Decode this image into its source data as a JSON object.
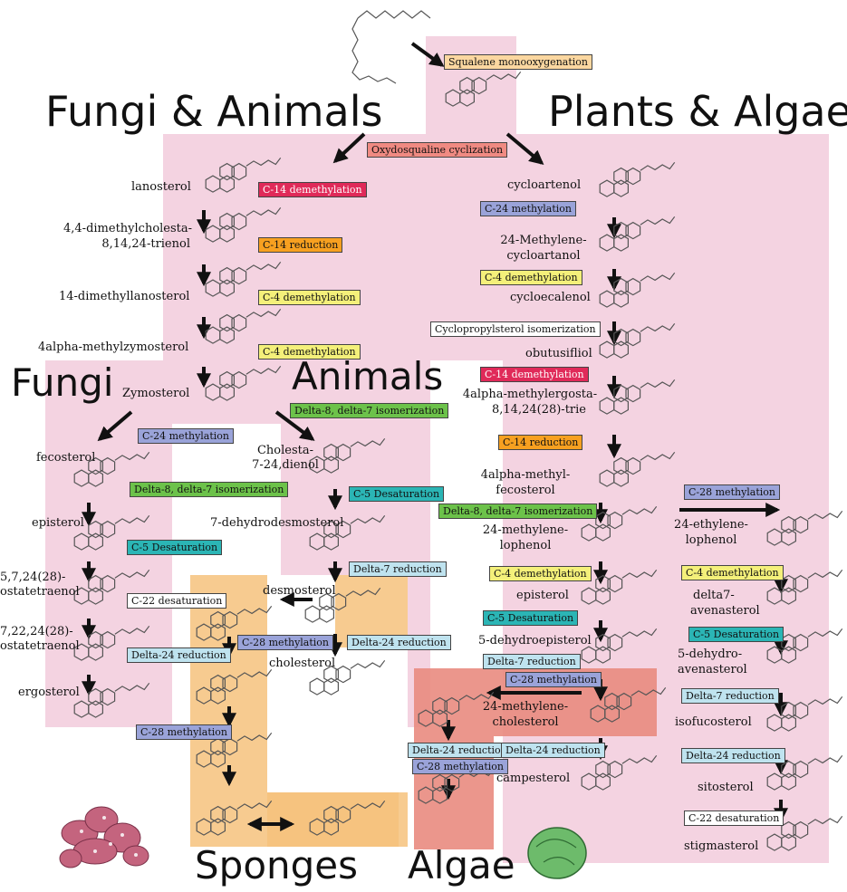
{
  "headings": {
    "fungi_animals": "Fungi & Animals",
    "plants_algae": "Plants & Algae",
    "fungi": "Fungi",
    "animals": "Animals",
    "sponges": "Sponges",
    "algae": "Algae"
  },
  "enzymes": {
    "squalene_monooxygenation": "Squalene monooxygenation",
    "oxidosqualene_cyclization": "Oxydosqualine cyclization",
    "c14_demethylation_a": "C-14 demethylation",
    "c14_reduction_a": "C-14 reduction",
    "c4_demethylation_a1": "C-4 demethylation",
    "c4_demethylation_a2": "C-4 demethylation",
    "delta8_7_animals": "Delta-8, delta-7 isomerization",
    "c24_methylation_fungi": "C-24 methylation",
    "delta8_7_fungi": "Delta-8, delta-7 isomerization",
    "c5_desat_fungi": "C-5 Desaturation",
    "c22_desat_fungi": "C-22 desaturation",
    "delta24_red_fungi": "Delta-24 reduction",
    "c5_desat_animals": "C-5 Desaturation",
    "delta7_red_animals": "Delta-7 reduction",
    "c28_meth_sponges1": "C-28 methylation",
    "delta24_red_animals": "Delta-24 reduction",
    "c28_meth_sponges2": "C-28 methylation",
    "c24_methylation_plants": "C-24 methylation",
    "c4_demethylation_p1": "C-4 demethylation",
    "cyclopropylsterol_isom": "Cyclopropylsterol isomerization",
    "c14_demethylation_p": "C-14 demethylation",
    "c14_reduction_p": "C-14 reduction",
    "delta8_7_plants": "Delta-8, delta-7 isomerization",
    "c4_demethylation_p2": "C-4 demethylation",
    "c5_desat_plants": "C-5 Desaturation",
    "delta7_red_plants": "Delta-7 reduction",
    "c28_meth_algae": "C-28 methylation",
    "delta24_red_algae": "Delta-24 reduction",
    "c28_meth_algae2": "C-28 methylation",
    "delta24_red_plants": "Delta-24 reduction",
    "c28_meth_plants": "C-28 methylation",
    "c4_demethylation_p3": "C-4 demethylation",
    "c5_desat_plants2": "C-5 Desaturation",
    "delta7_red_plants2": "Delta-7 reduction",
    "delta24_red_plants2": "Delta-24 reduction",
    "c22_desat_plants": "C-22 desaturation"
  },
  "compounds": {
    "lanosterol": "lanosterol",
    "dimethylcholesta_1": "4,4-dimethylcholesta-",
    "dimethylcholesta_2": "8,14,24-trienol",
    "dimethyllanosterol": "14-dimethyllanosterol",
    "methylzymosterol": "4alpha-methylzymosterol",
    "zymosterol": "Zymosterol",
    "fecosterol": "fecosterol",
    "episterol_f": "episterol",
    "ergostatetraenol_1": "5,7,24(28)-",
    "ergostatetraenol_2": "ostatetraenol",
    "ergostatetraenol2_1": "7,22,24(28)-",
    "ergostatetraenol2_2": "ostatetraenol",
    "ergosterol": "ergosterol",
    "cholestadienol_1": "Cholesta-",
    "cholestadienol_2": "7-24,dienol",
    "dehydrodesmosterol": "7-dehydrodesmosterol",
    "desmosterol": "desmosterol",
    "cholesterol": "cholesterol",
    "cycloartenol": "cycloartenol",
    "methylenecycloartanol_1": "24-Methylene-",
    "methylenecycloartanol_2": "cycloartanol",
    "cycloeucalenol": "cycloecalenol",
    "obtusifoliol": "obutusifliol",
    "methylergosta_1": "4alpha-methylergosta-",
    "methylergosta_2": "8,14,24(28)-trie",
    "methylfecosterol_1": "4alpha-methyl-",
    "methylfecosterol_2": "fecosterol",
    "methylenelophenol_1": "24-methylene-",
    "methylenelophenol_2": "lophenol",
    "episterol_p": "episterol",
    "dehydroepisterol": "5-dehydroepisterol",
    "methylenecholesterol_1": "24-methylene-",
    "methylenecholesterol_2": "cholesterol",
    "campesterol": "campesterol",
    "ethylidenelophenol_1": "24-ethylene-",
    "ethylidenelophenol_2": "lophenol",
    "avenasterol_1": "delta7-",
    "avenasterol_2": "avenasterol",
    "dehydroavenasterol_1": "5-dehydro-",
    "dehydroavenasterol_2": "avenasterol",
    "isofucosterol": "isofucosterol",
    "sitosterol": "sitosterol",
    "stigmasterol": "stigmasterol"
  },
  "colors": {
    "pink_region": "#f4d3e1",
    "orange_region": "#f6c27d",
    "red_region": "#e98b80",
    "enzyme_squalene": "#fbd7a0",
    "enzyme_cyclization": "#f08a82",
    "enzyme_c14_demethylation": "#e02a59",
    "enzyme_c14_reduction": "#f7a020",
    "enzyme_c4_demethylation": "#f4f07a",
    "enzyme_isomerization": "#6cc24a",
    "enzyme_c24_methylation": "#9aa3d9",
    "enzyme_c5_desaturation": "#2bb5b5",
    "enzyme_white": "#ffffff",
    "enzyme_delta_reduction": "#bfe3ef"
  }
}
